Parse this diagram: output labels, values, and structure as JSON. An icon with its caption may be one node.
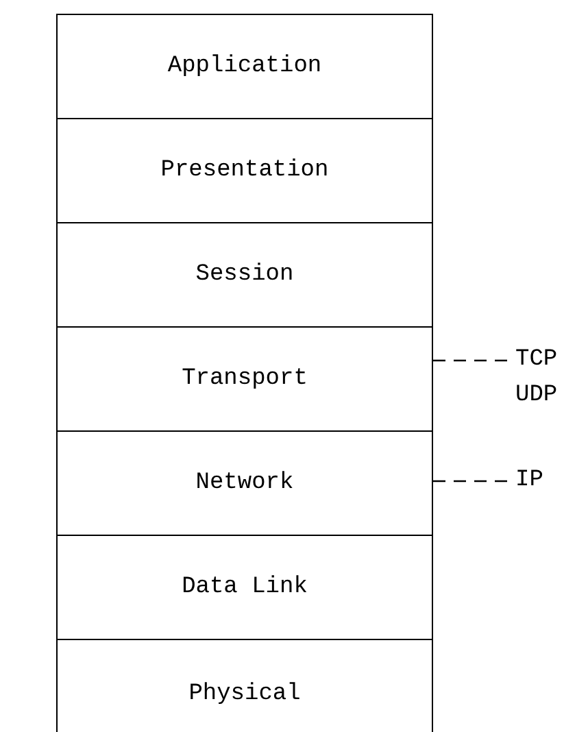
{
  "diagram": {
    "nodes": [
      {
        "text": [
          "Application"
        ]
      },
      {
        "text": [
          "Presentation"
        ]
      },
      {
        "text": [
          "Session"
        ]
      },
      {
        "text": [
          "Transport"
        ]
      },
      {
        "text": [
          "Network"
        ]
      },
      {
        "text": [
          "Data Link"
        ]
      },
      {
        "text": [
          "Physical"
        ]
      },
      {
        "text": [
          "TCP UDP"
        ]
      },
      {
        "text": [
          "IP"
        ]
      }
    ],
    "edges": [
      {
        "from": 7,
        "to": 3,
        "arrow": "none",
        "style": "dashed"
      },
      {
        "from": 8,
        "to": 4,
        "arrow": "none",
        "style": "dashed"
      }
    ]
  }
}
